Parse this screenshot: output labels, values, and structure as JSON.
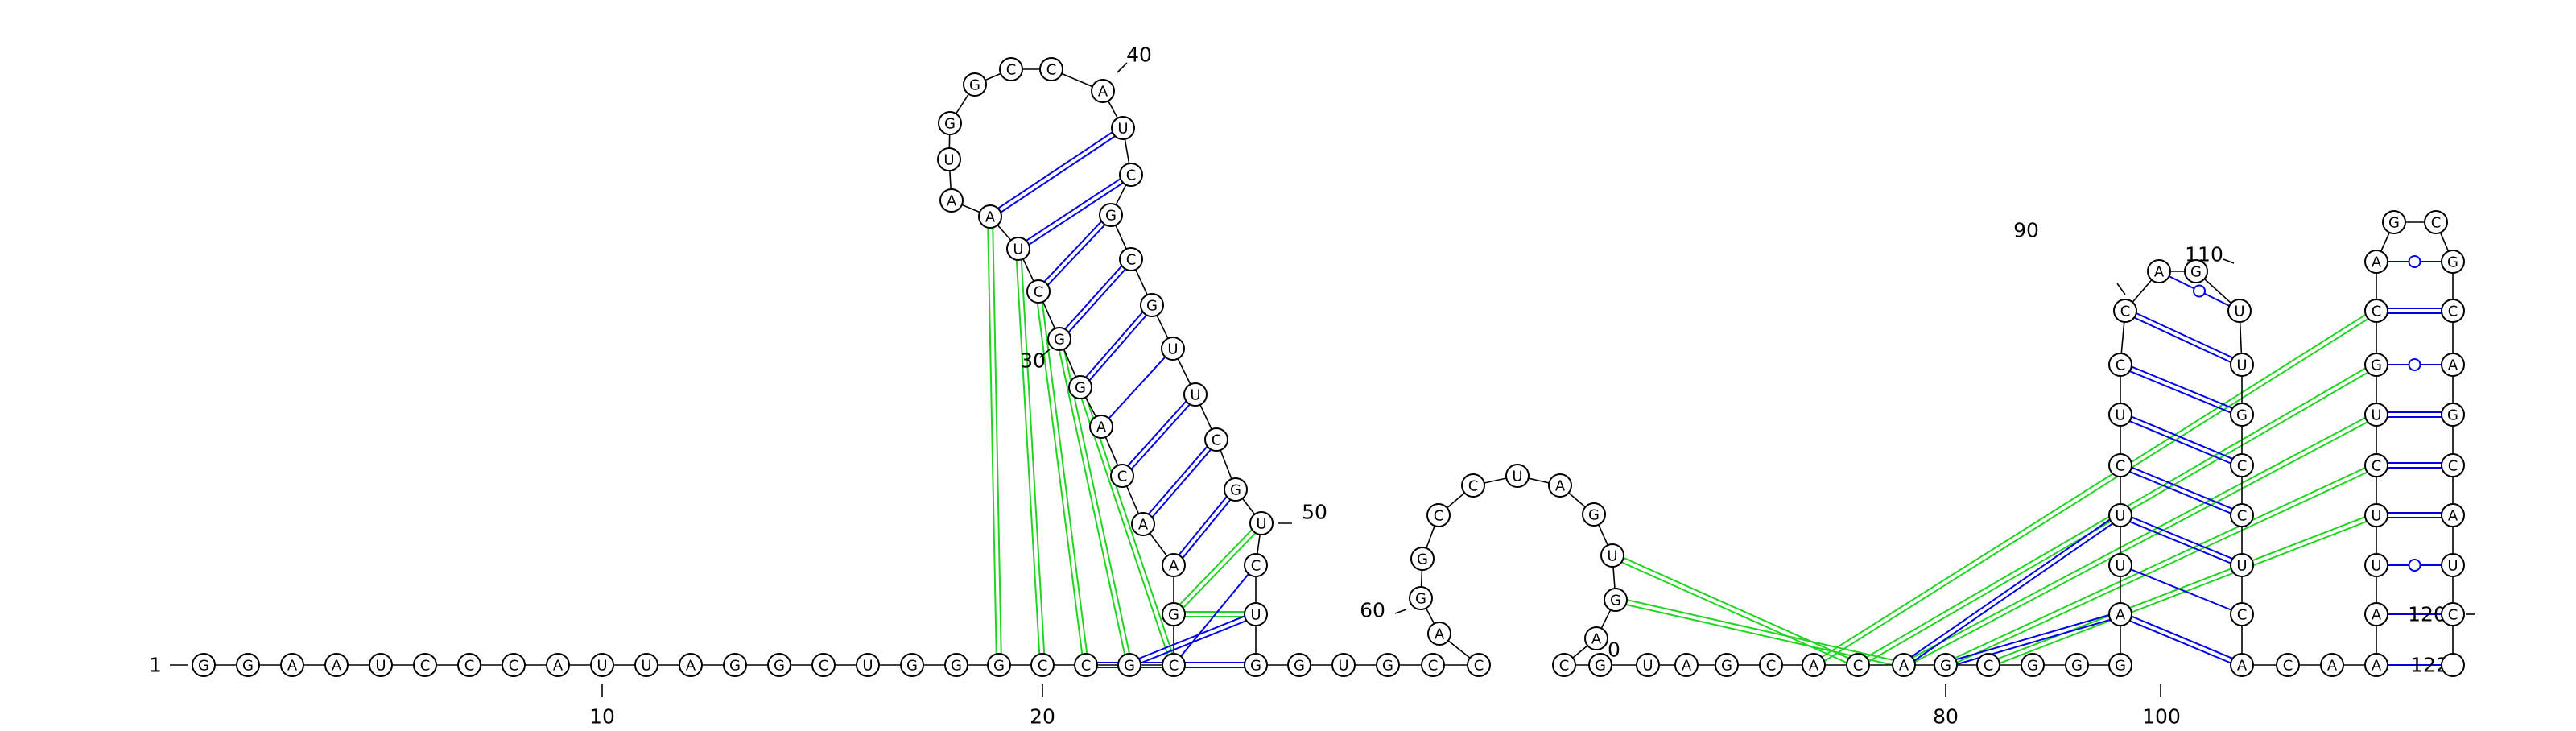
{
  "structure": {
    "sequence": "GGAAUCCCAUUAGGCUGGGCCGCGAACAGGCUAAUGGCCAUCGCGUUCGUCUGGUGCCAGGCCUAGUGACGUAGCACAGCGGGAUUCUCCAGUUGCCUCACAAAUUCUGCAGCGCAGCAUC",
    "terminal_labels": {
      "start": "1",
      "end": "122"
    },
    "position_labels": [
      "10",
      "20",
      "30",
      "40",
      "50",
      "60",
      "80",
      "90",
      "100",
      "110",
      "120"
    ],
    "partial_label_70": "0",
    "colors": {
      "pair": "#0000e6",
      "pseudoknot": "#22d422",
      "outline": "#000000"
    }
  }
}
